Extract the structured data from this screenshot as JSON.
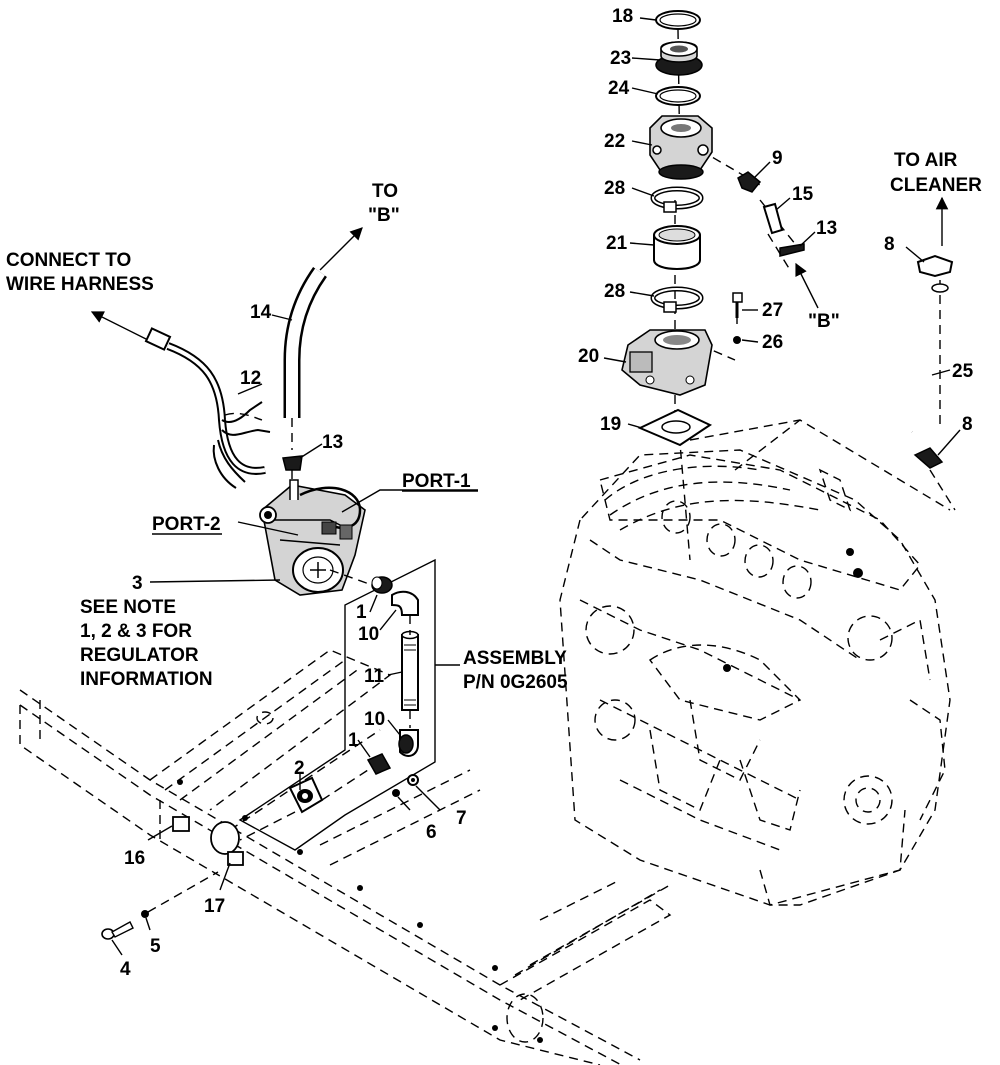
{
  "labels": {
    "connect_to": "CONNECT TO",
    "wire_harness": "WIRE HARNESS",
    "to": "TO",
    "to_b": "\"B\"",
    "b_ref": "\"B\"",
    "to_air": "TO AIR",
    "cleaner": "CLEANER",
    "port1": "PORT-1",
    "port2": "PORT-2",
    "see_note": "SEE NOTE",
    "note_nums": "1, 2 & 3 FOR",
    "regulator": "REGULATOR",
    "information": "INFORMATION",
    "assembly": "ASSEMBLY",
    "assembly_pn": "P/N 0G2605"
  },
  "callouts": {
    "c1a": "1",
    "c1b": "1",
    "c2": "2",
    "c3": "3",
    "c4": "4",
    "c5": "5",
    "c6": "6",
    "c7": "7",
    "c8a": "8",
    "c8b": "8",
    "c9": "9",
    "c10a": "10",
    "c10b": "10",
    "c11": "11",
    "c12": "12",
    "c13a": "13",
    "c13b": "13",
    "c14": "14",
    "c15": "15",
    "c16": "16",
    "c17": "17",
    "c18": "18",
    "c19": "19",
    "c20": "20",
    "c21": "21",
    "c22": "22",
    "c23": "23",
    "c24": "24",
    "c25": "25",
    "c26": "26",
    "c27": "27",
    "c28a": "28",
    "c28b": "28"
  }
}
